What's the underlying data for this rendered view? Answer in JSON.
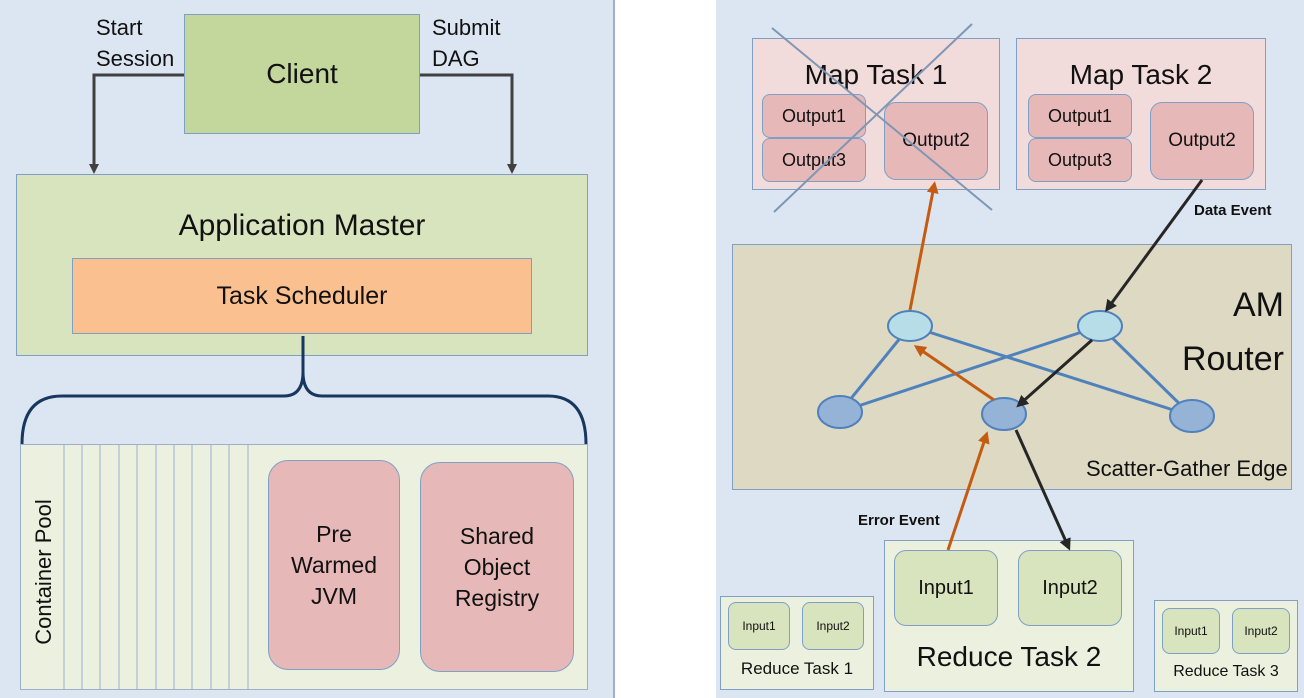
{
  "left": {
    "start_session": "Start\nSession",
    "submit_dag": "Submit\nDAG",
    "client": "Client",
    "application_master": "Application Master",
    "task_scheduler": "Task Scheduler",
    "container_pool": "Container Pool",
    "pre_warmed_jvm": "Pre\nWarmed\nJVM",
    "shared_object_registry": "Shared\nObject\nRegistry"
  },
  "right": {
    "map_task_1": "Map Task 1",
    "map_task_2": "Map Task 2",
    "output1": "Output1",
    "output2": "Output2",
    "output3": "Output3",
    "data_event": "Data Event",
    "am_router": "AM\nRouter",
    "scatter_gather_edge": "Scatter-Gather Edge",
    "error_event": "Error Event",
    "reduce_task_1": "Reduce Task 1",
    "reduce_task_2": "Reduce Task 2",
    "reduce_task_3": "Reduce Task 3",
    "input1": "Input1",
    "input2": "Input2"
  },
  "colors": {
    "panel_bg": "#dce6f2",
    "client_green": "#c3d69b",
    "am_green": "#d7e4bd",
    "scheduler_orange": "#fac090",
    "pink_box": "#e6b9b8",
    "router_tan": "#ddd9c3",
    "node_blue": "#95b3d7",
    "node_light": "#b7dee8",
    "edge_blue": "#4f81bd",
    "error_arrow": "#c55a11",
    "data_arrow": "#262626"
  }
}
